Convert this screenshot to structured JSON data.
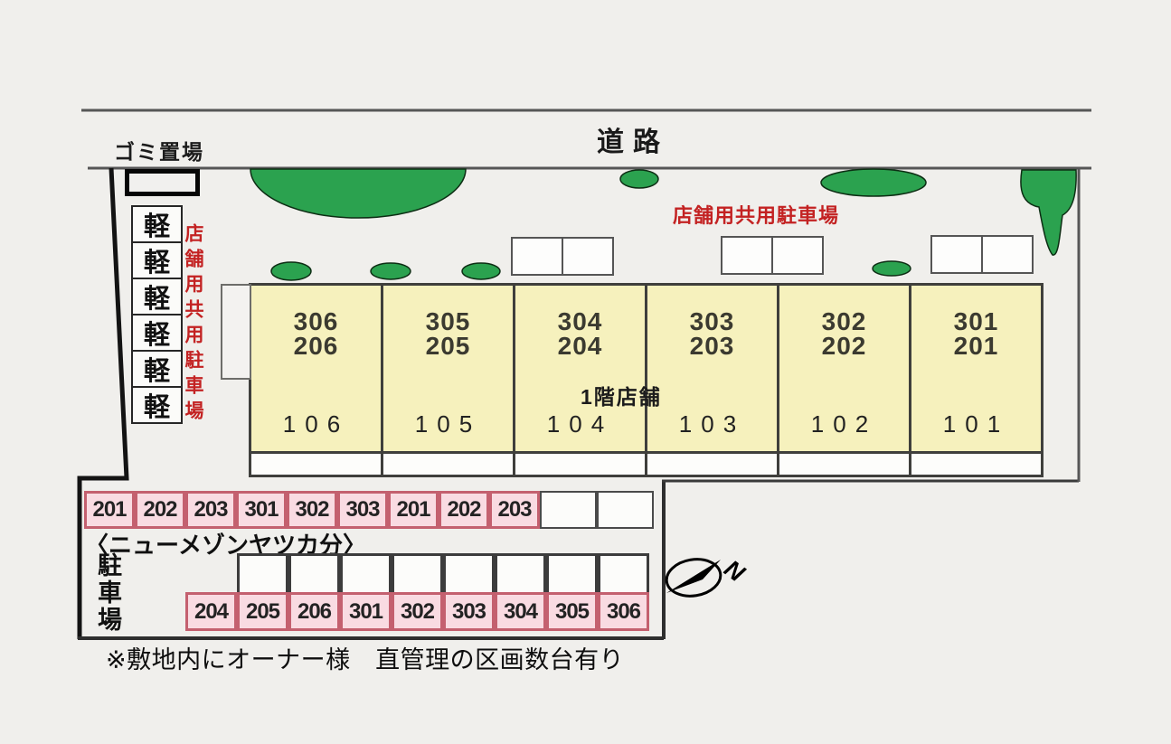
{
  "colors": {
    "building_fill": "#f6f1bd",
    "pink_fill": "#f9dbe2",
    "pink_border": "#c4606f",
    "green": "#2ba24f",
    "red_text": "#c32222"
  },
  "header": {
    "road_label": "道路",
    "garbage_label": "ゴミ置場",
    "shared_parking_label": "店舗用共用駐車場"
  },
  "left_column": {
    "vertical_label": "店舗用共用駐車場",
    "kei_cells": [
      "軽",
      "軽",
      "軽",
      "軽",
      "軽",
      "軽"
    ]
  },
  "building": {
    "floor_label": "1階店舗",
    "units": [
      {
        "u3": "306",
        "u2": "206",
        "u1": "106"
      },
      {
        "u3": "305",
        "u2": "205",
        "u1": "105"
      },
      {
        "u3": "304",
        "u2": "204",
        "u1": "104"
      },
      {
        "u3": "303",
        "u2": "203",
        "u1": "103"
      },
      {
        "u3": "302",
        "u2": "202",
        "u1": "102"
      },
      {
        "u3": "301",
        "u2": "201",
        "u1": "101"
      }
    ]
  },
  "upper_parking_row": {
    "cells": [
      "201",
      "202",
      "203",
      "301",
      "302",
      "303",
      "201",
      "202",
      "203"
    ],
    "empty_cells": [
      "",
      ""
    ],
    "caption": "〈ニューメゾンヤツカ分〉"
  },
  "lower_parking": {
    "label_vertical": "駐車場",
    "empty_cells": [
      "",
      "",
      "",
      "",
      "",
      "",
      "",
      ""
    ],
    "cells": [
      "204",
      "205",
      "206",
      "301",
      "302",
      "303",
      "304",
      "305",
      "306"
    ]
  },
  "compass": {
    "north_label": "N"
  },
  "footnote": "※敷地内にオーナー様　直管理の区画数台有り"
}
